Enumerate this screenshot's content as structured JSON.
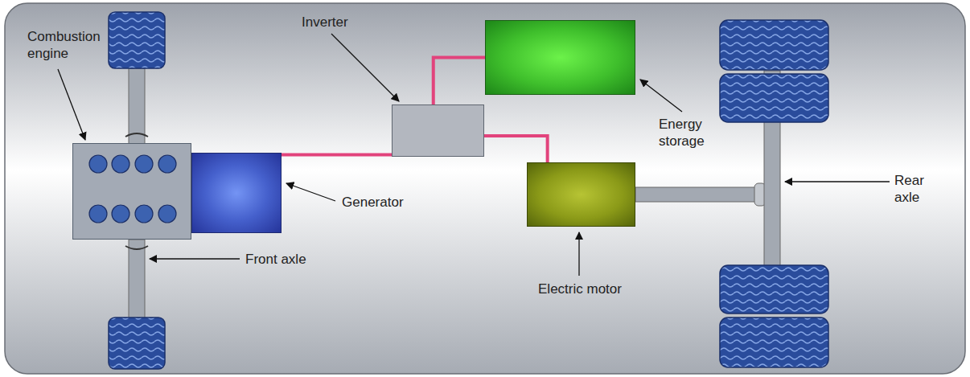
{
  "diagram": {
    "nodes": [
      {
        "text": [
          "Combustion engine"
        ]
      },
      {
        "text": [
          "Generator"
        ]
      },
      {
        "text": [
          "Inverter"
        ]
      },
      {
        "text": [
          "Energy storage"
        ]
      },
      {
        "text": [
          "Electric motor"
        ]
      }
    ],
    "edges": [
      {
        "from": 1,
        "to": 2,
        "arrow": "none"
      },
      {
        "from": 2,
        "to": 3,
        "arrow": "none"
      },
      {
        "from": 2,
        "to": 4,
        "arrow": "none"
      }
    ],
    "labels": [
      "Front axle",
      "Rear axle"
    ]
  }
}
